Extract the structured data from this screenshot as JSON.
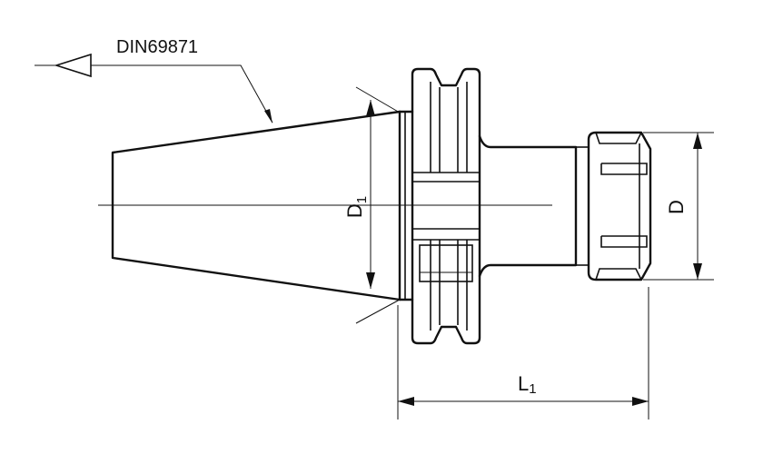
{
  "labels": {
    "standard": "DIN69871",
    "d1_main": "D",
    "d1_sub": "1",
    "d": "D",
    "l1_main": "L",
    "l1_sub": "1"
  }
}
